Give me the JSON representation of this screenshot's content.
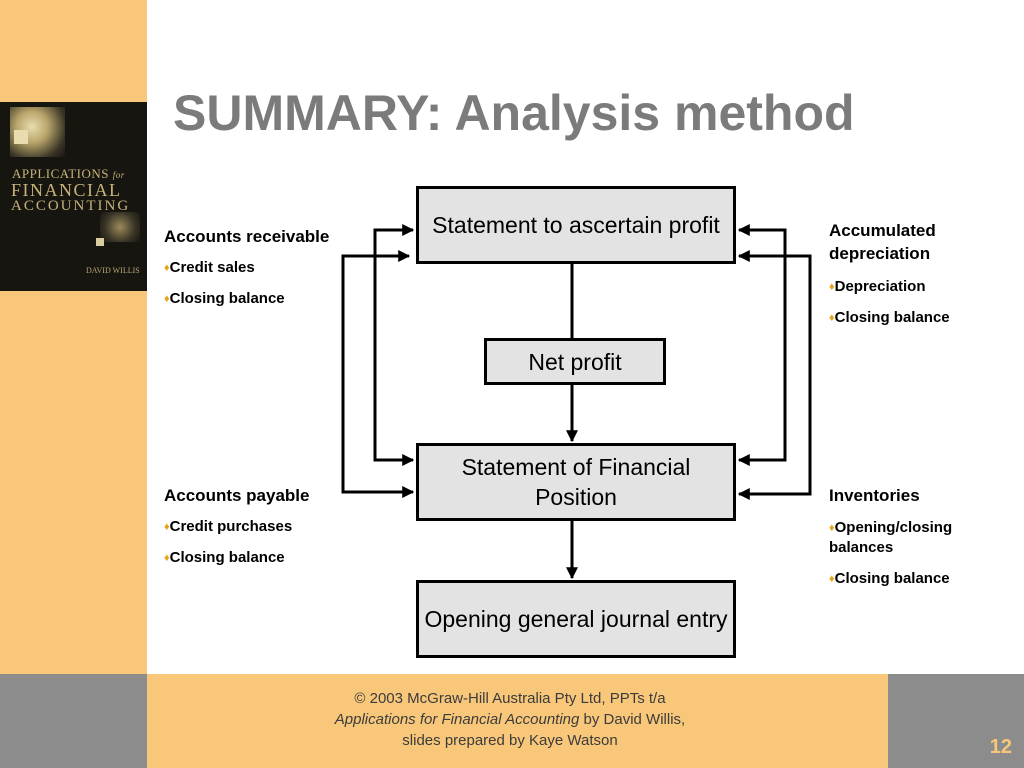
{
  "title": "SUMMARY: Analysis method",
  "book_cover": {
    "line1": "APPLICATIONS",
    "line1_suffix": "for",
    "line2": "FINANCIAL",
    "line3": "ACCOUNTING",
    "author": "DAVID WILLIS"
  },
  "diagram": {
    "boxes": {
      "statement_profit": "Statement to ascertain profit",
      "net_profit": "Net profit",
      "financial_position": "Statement of Financial Position",
      "journal_entry": "Opening general journal entry"
    },
    "accounts_receivable": {
      "heading": "Accounts receivable",
      "items": [
        "Credit sales",
        "Closing balance"
      ]
    },
    "accounts_payable": {
      "heading": "Accounts payable",
      "items": [
        "Credit purchases",
        "Closing balance"
      ]
    },
    "accumulated_depreciation": {
      "heading": "Accumulated depreciation",
      "items": [
        "Depreciation",
        "Closing balance"
      ]
    },
    "inventories": {
      "heading": "Inventories",
      "items": [
        "Opening/closing balances",
        "Closing balance"
      ]
    }
  },
  "footer": {
    "copyright": "© 2003 McGraw-Hill Australia Pty Ltd, PPTs t/a",
    "book_title": "Applications for Financial Accounting",
    "by_author": " by David Willis,",
    "prepared_by": "slides prepared by Kaye Watson",
    "page_number": "12"
  },
  "colors": {
    "accent": "#f8c77a",
    "footer_gray": "#8c8c8c",
    "title_gray": "#7b7b7b",
    "box_fill": "#e3e3e3",
    "bullet": "#e8a21a"
  }
}
